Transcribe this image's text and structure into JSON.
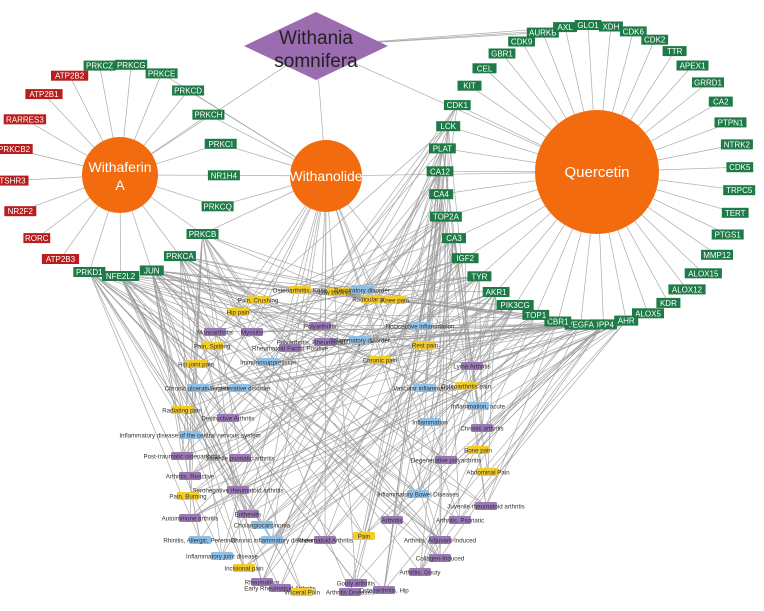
{
  "colors": {
    "compound_node": "#f26c0f",
    "plant_node": "#9b6cb0",
    "gene_node": "#1e7a46",
    "gene_node_red": "#b81e1e",
    "disease_yellow": "#f4cc2a",
    "disease_purple": "#9a78b6",
    "disease_blue": "#8fc0e8",
    "edge": "#9c9c9c"
  },
  "plant": {
    "line1": "Withania",
    "line2": "somnifera"
  },
  "compounds": [
    {
      "id": "withaferin",
      "line1": "Withaferin",
      "line2": "A"
    },
    {
      "id": "withanolide",
      "line1": "Withanolide",
      "line2": ""
    },
    {
      "id": "quercetin",
      "line1": "Quercetin",
      "line2": ""
    }
  ],
  "withaferin_targets": [
    "PRKCZ",
    "PRKCG",
    "PRKCE",
    "PRKCD",
    "PRKCH",
    "PRKCI",
    "NR1H4",
    "PRKCQ",
    "PRKCB",
    "PRKCA",
    "JUN",
    "NFE2L2",
    "PRKD1",
    "ATP2B3",
    "RORC",
    "NR2F2",
    "TSHR3",
    "PRKCB2",
    "RARRES3",
    "ATP2B1",
    "ATP2B2"
  ],
  "withaferin_red": [
    false,
    false,
    false,
    false,
    false,
    false,
    false,
    false,
    false,
    false,
    false,
    false,
    false,
    true,
    true,
    true,
    true,
    true,
    true,
    true,
    true
  ],
  "quercetin_targets": [
    "XDH",
    "CDK6",
    "CDK2",
    "TTR",
    "APEX1",
    "GRRD1",
    "CA2",
    "PTPN1",
    "NTRK2",
    "CDK5",
    "TRPC5",
    "TERT",
    "PTGS1",
    "MMP12",
    "ALOX15",
    "ALOX12",
    "KDR",
    "ALOX5",
    "AHR",
    "DPP4",
    "VEGFA",
    "CBR1",
    "TOP1",
    "PIK3CG",
    "AKR1",
    "TYR",
    "IGF2",
    "CA3",
    "TOP2A",
    "CA4",
    "CA12",
    "PLAT",
    "LCK",
    "CDK1",
    "KIT",
    "CEL",
    "GBR1",
    "CDK9",
    "AURKB",
    "AXL",
    "GLO1"
  ],
  "diseases": [
    {
      "label": "Osteoarthritis, Knee",
      "color": "yellow"
    },
    {
      "label": "Low back pain",
      "color": "yellow"
    },
    {
      "label": "Respiratory disorder",
      "color": "blue"
    },
    {
      "label": "Pain, Crushing",
      "color": "yellow"
    },
    {
      "label": "Hip pain",
      "color": "yellow"
    },
    {
      "label": "Radicular pain",
      "color": "yellow"
    },
    {
      "label": "Knee pain",
      "color": "yellow"
    },
    {
      "label": "Myositis",
      "color": "purple"
    },
    {
      "label": "Nociceptive inflammation",
      "color": "blue"
    },
    {
      "label": "Polyarthritis",
      "color": "purple"
    },
    {
      "label": "Polyarthritis, Rheumatoid, Negative",
      "color": "purple"
    },
    {
      "label": "Inflammatory disorder",
      "color": "blue"
    },
    {
      "label": "Rheumatoid Factor Positive",
      "color": "purple"
    },
    {
      "label": "Monoarthritis",
      "color": "purple"
    },
    {
      "label": "Pain, Spitting",
      "color": "yellow"
    },
    {
      "label": "Rest pain",
      "color": "yellow"
    },
    {
      "label": "Hip joint pain",
      "color": "yellow"
    },
    {
      "label": "Immunosuppression",
      "color": "blue"
    },
    {
      "label": "Chronic pain",
      "color": "yellow"
    },
    {
      "label": "Lyme Arthritis",
      "color": "purple"
    },
    {
      "label": "Chronic ulcerative colitis",
      "color": "blue"
    },
    {
      "label": "Degenerative disorder",
      "color": "blue"
    },
    {
      "label": "Vascular inflammations",
      "color": "blue"
    },
    {
      "label": "Osteoarthritis pain",
      "color": "yellow"
    },
    {
      "label": "Inflammation, acute",
      "color": "blue"
    },
    {
      "label": "Radiating pain",
      "color": "yellow"
    },
    {
      "label": "Destructive Arthritis",
      "color": "purple"
    },
    {
      "label": "Inflammation",
      "color": "blue"
    },
    {
      "label": "Chronic arthritis",
      "color": "purple"
    },
    {
      "label": "Inflammatory disease of the central nervous system",
      "color": "blue"
    },
    {
      "label": "Post-traumatic osteoarthritis",
      "color": "purple"
    },
    {
      "label": "Juvenile psoriatic arthritis",
      "color": "purple"
    },
    {
      "label": "Bone pain",
      "color": "yellow"
    },
    {
      "label": "Degenerative polyarthritis",
      "color": "purple"
    },
    {
      "label": "Arthritis, Reactive",
      "color": "purple"
    },
    {
      "label": "Abdominal Pain",
      "color": "yellow"
    },
    {
      "label": "Seronegative rheumatoid arthritis",
      "color": "purple"
    },
    {
      "label": "Inflammatory Bowel Diseases",
      "color": "blue"
    },
    {
      "label": "Pain, Burning",
      "color": "yellow"
    },
    {
      "label": "Juvenile rheumatoid arthritis",
      "color": "purple"
    },
    {
      "label": "Autoimmune arthritis",
      "color": "purple"
    },
    {
      "label": "Arthritis, Psoriatic",
      "color": "purple"
    },
    {
      "label": "Enthesitis",
      "color": "purple"
    },
    {
      "label": "Cholangiocarcinoma",
      "color": "blue"
    },
    {
      "label": "Rhinitis, Allergic, Perennial",
      "color": "blue"
    },
    {
      "label": "Chronic inflammatory disorder",
      "color": "blue"
    },
    {
      "label": "Rheumatoid Arthritis",
      "color": "purple"
    },
    {
      "label": "Arthritis",
      "color": "purple"
    },
    {
      "label": "Pain",
      "color": "yellow"
    },
    {
      "label": "Arthritis, Adjuvant-Induced",
      "color": "purple"
    },
    {
      "label": "Inflammatory joint disease",
      "color": "blue"
    },
    {
      "label": "Collagen-Induced",
      "color": "purple"
    },
    {
      "label": "Incisional pain",
      "color": "yellow"
    },
    {
      "label": "Arthritis, Gouty",
      "color": "purple"
    },
    {
      "label": "Rheumatism",
      "color": "purple"
    },
    {
      "label": "Early Rheumatoid Arthritis",
      "color": "purple"
    },
    {
      "label": "Visceral Pain",
      "color": "yellow"
    },
    {
      "label": "Arthritis Diseases",
      "color": "purple"
    },
    {
      "label": "Gouty arthritis",
      "color": "purple"
    },
    {
      "label": "Osteoarthritis, Hip",
      "color": "purple"
    }
  ]
}
